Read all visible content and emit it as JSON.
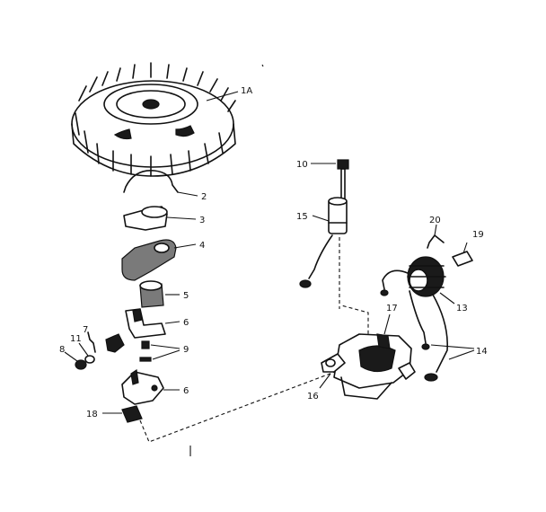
{
  "callouts": {
    "flywheel": "1A",
    "spring": "2",
    "cup": "3",
    "screen": "4",
    "bushing": "5",
    "bracket_upper": "6",
    "bracket_lower": "6",
    "spring_7": "7",
    "washer_8": "8",
    "screws": "9",
    "bolt": "10",
    "washer_11": "11",
    "coil": "13",
    "leads": "14",
    "condenser": "15",
    "stator_16": "16",
    "stator_17": "17",
    "pad": "18",
    "clip": "19",
    "wire_clip": "20"
  }
}
